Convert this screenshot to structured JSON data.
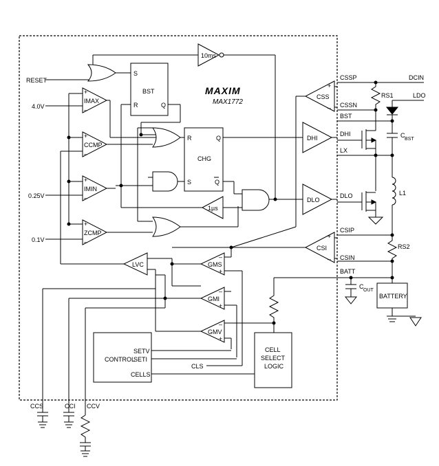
{
  "brand": {
    "logo": "MAXIM",
    "part": "MAX1772"
  },
  "pins": {
    "left": {
      "reset": "RESET",
      "v40": "4.0V",
      "v025": "0.25V",
      "v01": "0.1V"
    },
    "right": {
      "cssp": "CSSP",
      "cssn": "CSSN",
      "bst": "BST",
      "dhi": "DHI",
      "lx": "LX",
      "dlo": "DLO",
      "csip": "CSIP",
      "csin": "CSIN",
      "batt": "BATT"
    },
    "bottom": {
      "ccs": "CCS",
      "cci": "CCI",
      "ccv": "CCV"
    }
  },
  "blocks": {
    "timer": "10ms",
    "bst": "BST",
    "bst_s": "S",
    "bst_r": "R",
    "bst_q": "Q",
    "chg": "CHG",
    "chg_r": "R",
    "chg_q": "Q",
    "chg_s": "S",
    "chg_qbar": "Q",
    "oneshot": "1µs",
    "imax": "IMAX",
    "ccmp": "CCMP",
    "imin": "IMIN",
    "zcmp": "ZCMP",
    "css": "CSS",
    "csi": "CSI",
    "dhi": "DHI",
    "dlo": "DLO",
    "lvc": "LVC",
    "gms": "GMS",
    "gmi": "GMI",
    "gmv": "GMV",
    "control": "CONTROL",
    "setv": "SETV",
    "seti": "SETI",
    "cells": "CELLS",
    "cls": "CLS",
    "cell_select": [
      "CELL",
      "SELECT",
      "LOGIC"
    ],
    "plus": "+",
    "minus": "–"
  },
  "external": {
    "dcin": "DCIN",
    "ldo": "LDO",
    "rs1": "RS1",
    "cbst_c": "C",
    "cbst_sub": "BST",
    "l1": "L1",
    "rs2": "RS2",
    "cout_c": "C",
    "cout_sub": "OUT",
    "battery": "BATTERY"
  }
}
